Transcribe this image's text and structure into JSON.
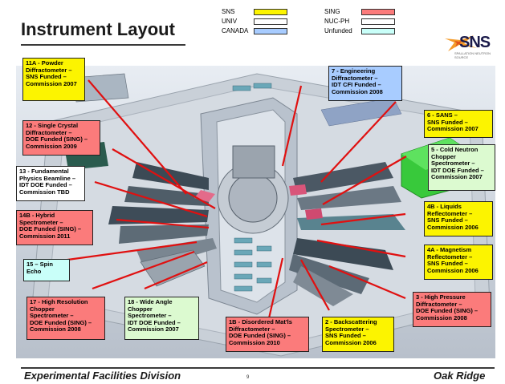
{
  "title": "Instrument Layout",
  "legend": [
    {
      "label": "SNS",
      "color": "#fcf400"
    },
    {
      "label": "UNIV",
      "color": "#ffffff"
    },
    {
      "label": "CANADA",
      "color": "#a8ccff"
    },
    {
      "label": "SING",
      "color": "#fb7b7b"
    },
    {
      "label": "NUC-PH",
      "color": "#ffffff"
    },
    {
      "label": "Unfunded",
      "color": "#c9fff9"
    }
  ],
  "logo": {
    "text": "SNS",
    "subtitle": "SPALLATION NEUTRON SOURCE",
    "icon": "sns-star-logo"
  },
  "callouts": [
    {
      "id": "11a",
      "lines": [
        "11A - Powder",
        "Diffractometer –",
        "SNS Funded –",
        "Commission 2007"
      ]
    },
    {
      "id": "7",
      "lines": [
        "7 - Engineering",
        "Diffractometer –",
        "IDT CFI Funded –",
        "Commission 2008"
      ]
    },
    {
      "id": "6",
      "lines": [
        "6 - SANS –",
        "SNS Funded –",
        "Commission 2007"
      ]
    },
    {
      "id": "12",
      "lines": [
        "12 - Single Crystal",
        "Diffractometer –",
        "DOE Funded (SING) –",
        "Commission 2009"
      ]
    },
    {
      "id": "5",
      "lines": [
        "5 - Cold Neutron",
        "Chopper",
        "Spectrometer –",
        "IDT DOE Funded –",
        "Commission 2007"
      ]
    },
    {
      "id": "13",
      "lines": [
        "13 - Fundamental",
        "Physics Beamline –",
        "IDT DOE Funded –",
        "Commission TBD"
      ]
    },
    {
      "id": "14b",
      "lines": [
        "14B - Hybrid",
        "Spectrometer –",
        "DOE Funded (SING) –",
        "Commission 2011"
      ]
    },
    {
      "id": "4b",
      "lines": [
        "4B - Liquids",
        "Reflectometer –",
        "SNS Funded –",
        "Commission 2006"
      ]
    },
    {
      "id": "4a",
      "lines": [
        "4A - Magnetism",
        "Reflectometer –",
        "SNS Funded –",
        "Commission 2006"
      ]
    },
    {
      "id": "15",
      "lines": [
        "15 – Spin",
        "Echo"
      ]
    },
    {
      "id": "3",
      "lines": [
        "3 - High Pressure",
        "Diffractometer –",
        "DOE Funded (SING) –",
        "Commission 2008"
      ]
    },
    {
      "id": "17",
      "lines": [
        "17 - High Resolution",
        "Chopper",
        "Spectrometer –",
        "DOE Funded (SING) –",
        "Commission 2008"
      ]
    },
    {
      "id": "18",
      "lines": [
        "18 - Wide Angle",
        "Chopper",
        "Spectrometer –",
        "IDT DOE Funded –",
        "Commission 2007"
      ]
    },
    {
      "id": "1b",
      "lines": [
        "1B - Disordered Mat'ls",
        "Diffractometer –",
        "DOE Funded (SING) –",
        "Commission 2010"
      ]
    },
    {
      "id": "2",
      "lines": [
        "2 - Backscattering",
        "Spectrometer –",
        "SNS Funded –",
        "Commission 2006"
      ]
    }
  ],
  "footer": {
    "left": "Experimental Facilities Division",
    "page": "9",
    "right": "Oak Ridge"
  }
}
